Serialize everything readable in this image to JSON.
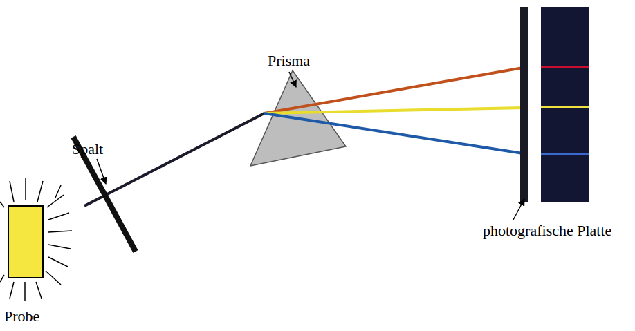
{
  "diagram": {
    "labels": [
      "Prisma",
      "Spalt",
      "photografische Platte",
      "Probe"
    ]
  }
}
